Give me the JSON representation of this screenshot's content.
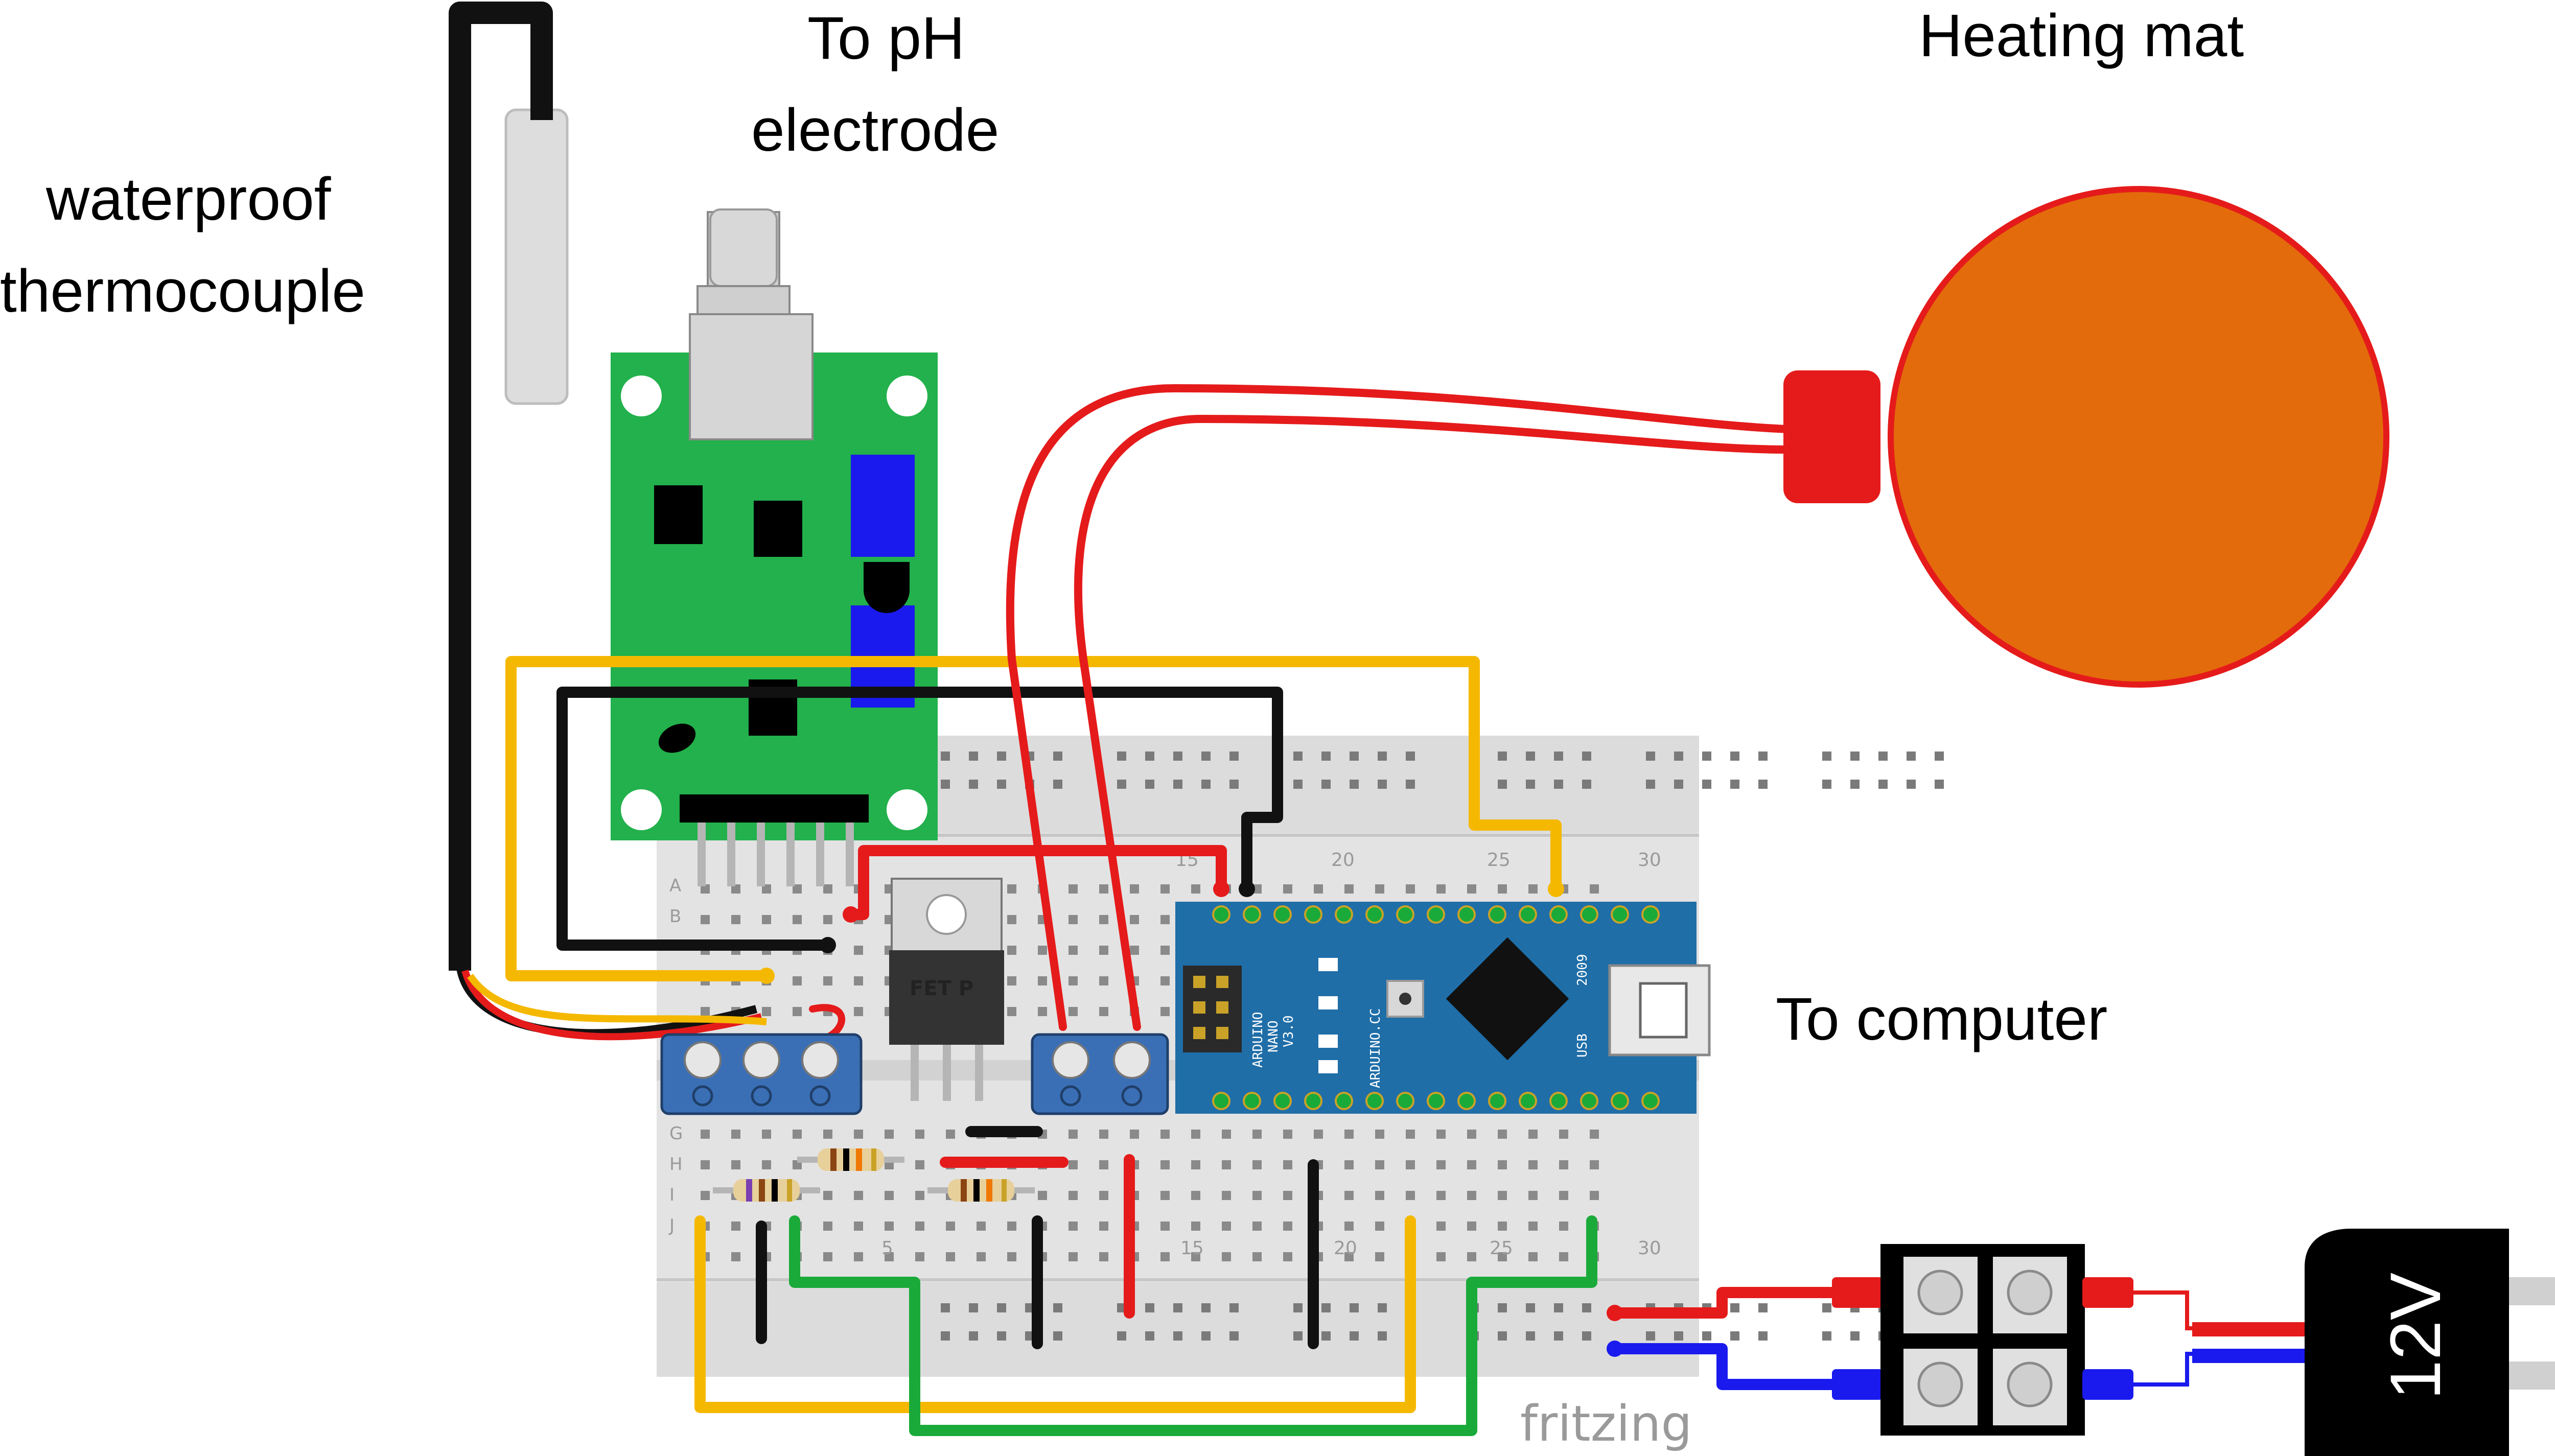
{
  "labels": {
    "thermocouple_line1": "waterproof",
    "thermocouple_line2": "thermocouple",
    "ph_line1": "To pH",
    "ph_line2": "electrode",
    "heating_mat": "Heating mat",
    "computer": "To computer",
    "power_supply": "12V",
    "mosfet": "FET P",
    "watermark": "fritzing"
  },
  "breadboard": {
    "row_letters_top": [
      "A",
      "B"
    ],
    "row_letters_bottom": [
      "G",
      "H",
      "I",
      "J"
    ],
    "column_numbers_top": [
      "15",
      "20",
      "25",
      "30"
    ],
    "column_numbers_bottom": [
      "5",
      "15",
      "20",
      "25",
      "30"
    ]
  },
  "arduino": {
    "line1": "ARDUINO",
    "line2": "NANO",
    "line3": "V3.0",
    "site": "ARDUINO.CC",
    "year": "2009",
    "usb": "USB"
  },
  "colors": {
    "wire_red": "#e51b1b",
    "wire_black": "#111111",
    "wire_yellow": "#f5b800",
    "wire_green": "#1aaa3a",
    "wire_blue": "#1a1aee",
    "heating_mat": "#e36b0b",
    "pcb_green": "#22b14c",
    "arduino_blue": "#1f6ea8",
    "terminal_blue": "#3a6fb5"
  }
}
